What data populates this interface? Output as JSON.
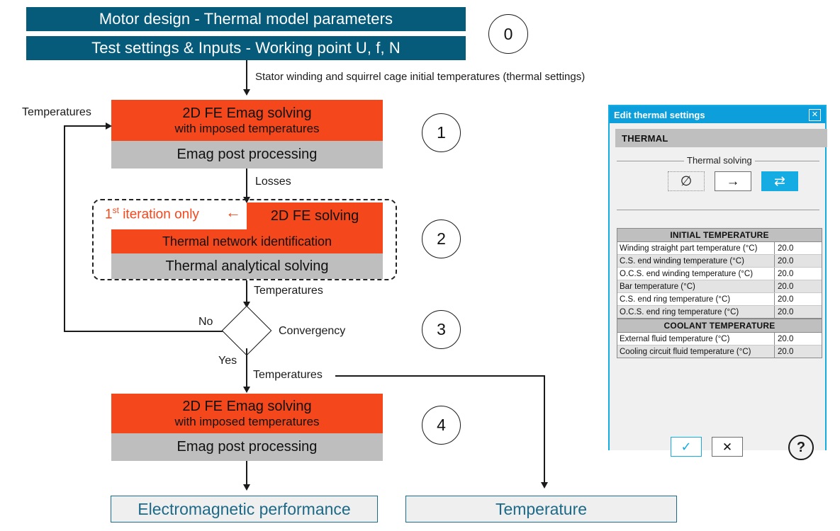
{
  "flow": {
    "header_bars": [
      {
        "label": "Motor design - Thermal model parameters"
      },
      {
        "label": "Test settings & Inputs - Working point U, f, N"
      }
    ],
    "step_markers": [
      {
        "label": "0"
      },
      {
        "label": "1"
      },
      {
        "label": "2"
      },
      {
        "label": "3"
      },
      {
        "label": "4"
      }
    ],
    "edge_labels": {
      "initial_temps": "Stator winding and squirrel cage initial temperatures (thermal settings)",
      "temperatures_feedback": "Temperatures",
      "losses": "Losses",
      "temperatures_to_convergency": "Temperatures",
      "temperatures_yes": "Temperatures",
      "no": "No",
      "yes": "Yes"
    },
    "block1": {
      "title": "2D FE Emag solving",
      "subtitle": "with imposed temperatures",
      "post": "Emag post processing"
    },
    "block2": {
      "first_iteration_tag": "1",
      "first_iteration_sup": "st",
      "first_iteration_rest": " iteration only",
      "first_iteration_arrow": "←",
      "title": "2D FE solving",
      "middle": "Thermal network identification",
      "bottom": "Thermal analytical solving"
    },
    "decision": {
      "label": "Convergency"
    },
    "block4": {
      "title": "2D FE Emag solving",
      "subtitle": "with imposed temperatures",
      "post": "Emag post processing"
    },
    "results": [
      {
        "label": "Electromagnetic performance"
      },
      {
        "label": "Temperature"
      }
    ],
    "colors": {
      "teal": "#065B7A",
      "orange": "#F4481C",
      "grey": "#BEBEBE",
      "result_border": "#1D6A88",
      "result_bg": "#EFEFEF"
    }
  },
  "dialog": {
    "title": "Edit thermal settings",
    "close_glyph": "✕",
    "section_title": "THERMAL",
    "fieldset_label": "Thermal solving",
    "solve_modes": [
      {
        "name": "none",
        "glyph": "∅",
        "selected": false,
        "enabled": false
      },
      {
        "name": "one-way",
        "glyph": "→",
        "selected": false,
        "enabled": true
      },
      {
        "name": "two-way",
        "glyph": "⇄",
        "selected": true,
        "enabled": true
      }
    ],
    "initial_temperature": {
      "header": "INITIAL TEMPERATURE",
      "rows": [
        {
          "name": "Winding straight part temperature (°C)",
          "value": "20.0"
        },
        {
          "name": "C.S. end winding temperature (°C)",
          "value": "20.0"
        },
        {
          "name": "O.C.S. end winding temperature (°C)",
          "value": "20.0"
        },
        {
          "name": "Bar temperature (°C)",
          "value": "20.0"
        },
        {
          "name": "C.S. end ring temperature (°C)",
          "value": "20.0"
        },
        {
          "name": "O.C.S. end ring temperature (°C)",
          "value": "20.0"
        }
      ]
    },
    "coolant_temperature": {
      "header": "COOLANT TEMPERATURE",
      "rows": [
        {
          "name": "External fluid temperature (°C)",
          "value": "20.0"
        },
        {
          "name": "Cooling circuit fluid temperature (°C)",
          "value": "20.0"
        }
      ]
    },
    "buttons": {
      "ok_glyph": "✓",
      "cancel_glyph": "✕",
      "help_glyph": "?"
    },
    "colors": {
      "accent": "#15ABE3",
      "title_bar": "#0C9FDB",
      "panel": "#F0F0F0",
      "section_bar": "#BFBFBF"
    }
  }
}
